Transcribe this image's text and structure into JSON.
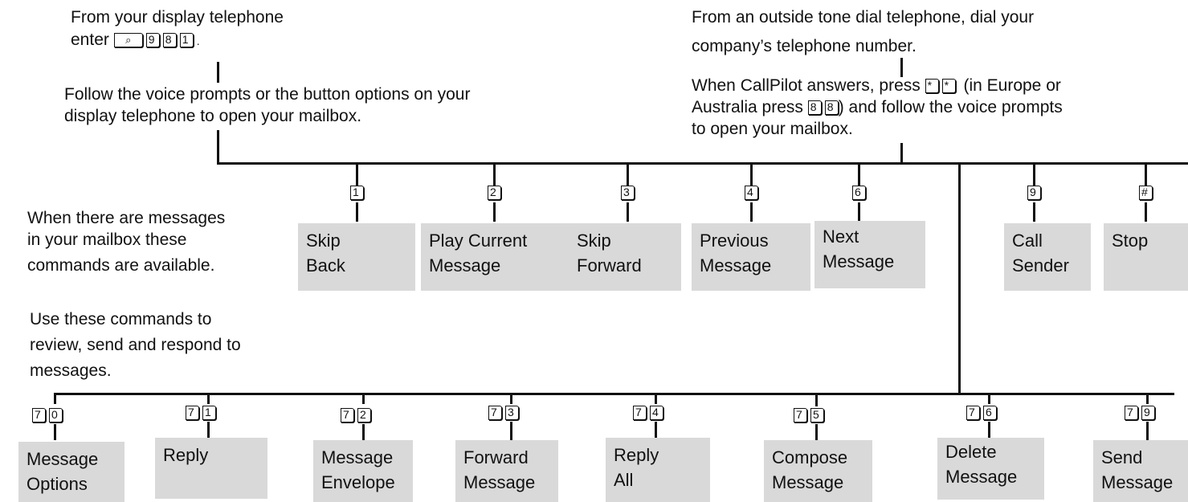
{
  "intro_left": {
    "line1": "From your display telephone",
    "line2_prefix": "enter",
    "feature_key": "⌕",
    "keys": [
      "9",
      "8",
      "1"
    ],
    "line2_suffix": ".",
    "follow1": "Follow the voice prompts or the button options on your",
    "follow2": "display telephone to open your mailbox."
  },
  "intro_right": {
    "line1": "From an outside tone dial telephone, dial your",
    "line2": "company’s telephone number.",
    "cp1_prefix": "When CallPilot answers, press",
    "cp1_keys": [
      "*",
      "*"
    ],
    "cp1_suffix": "(in Europe or",
    "cp2_prefix": "Australia press",
    "cp2_keys": [
      "8",
      "8"
    ],
    "cp2_suffix": ") and follow the voice prompts",
    "cp3": "to open your mailbox."
  },
  "messages_note": [
    "When there are messages",
    "in your mailbox these",
    "commands are available."
  ],
  "commands_note": [
    "Use these commands to",
    "review, send and respond to",
    "messages."
  ],
  "top_commands": [
    {
      "key": "1",
      "lines": [
        "Skip",
        "Back"
      ]
    },
    {
      "key": "2",
      "lines": [
        "Play Current",
        "Message"
      ]
    },
    {
      "key": "3",
      "lines": [
        "Skip",
        "Forward"
      ]
    },
    {
      "key": "4",
      "lines": [
        "Previous",
        "Message"
      ]
    },
    {
      "key": "6",
      "lines": [
        "Next",
        "Message"
      ]
    },
    {
      "key": "9",
      "lines": [
        "Call",
        "Sender"
      ]
    },
    {
      "key": "#",
      "lines": [
        "Stop",
        ""
      ]
    }
  ],
  "bottom_commands": [
    {
      "keys": [
        "7",
        "0"
      ],
      "lines": [
        "Message",
        "Options"
      ]
    },
    {
      "keys": [
        "7",
        "1"
      ],
      "lines": [
        "Reply",
        ""
      ]
    },
    {
      "keys": [
        "7",
        "2"
      ],
      "lines": [
        "Message",
        "Envelope"
      ]
    },
    {
      "keys": [
        "7",
        "3"
      ],
      "lines": [
        "Forward",
        "Message"
      ]
    },
    {
      "keys": [
        "7",
        "4"
      ],
      "lines": [
        "Reply",
        "All"
      ]
    },
    {
      "keys": [
        "7",
        "5"
      ],
      "lines": [
        "Compose",
        "Message"
      ]
    },
    {
      "keys": [
        "7",
        "6"
      ],
      "lines": [
        "Delete",
        "Message"
      ]
    },
    {
      "keys": [
        "7",
        "9"
      ],
      "lines": [
        "Send",
        "Message"
      ]
    }
  ]
}
